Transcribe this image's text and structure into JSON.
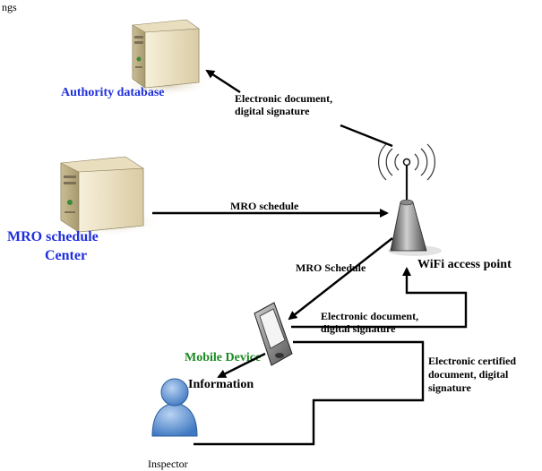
{
  "header_fragment": "ngs",
  "nodes": {
    "authority_db": {
      "label": "Authority database"
    },
    "mro_center": {
      "label_line1": "MRO schedule",
      "label_line2": "Center"
    },
    "wifi_ap": {
      "label": "WiFi access point"
    },
    "mobile_device": {
      "label": "Mobile Device"
    },
    "inspector": {
      "label": "Inspector"
    }
  },
  "edges": {
    "ap_to_db": {
      "line1": "Electronic document,",
      "line2": "digital signature"
    },
    "center_to_ap": {
      "label": "MRO schedule"
    },
    "ap_to_mobile": {
      "label": "MRO Schedule"
    },
    "mobile_to_ap": {
      "line1": "Electronic document,",
      "line2": "digital signature"
    },
    "mobile_to_inspector": {
      "label": "Information"
    },
    "certified": {
      "line1": "Electronic certified",
      "line2": "document, digital",
      "line3": "signature"
    }
  },
  "colors": {
    "blue_label": "#1f2fdc",
    "green_label": "#1a8a22",
    "server_body": "#eee4c6",
    "person": "#5b8fd0"
  }
}
